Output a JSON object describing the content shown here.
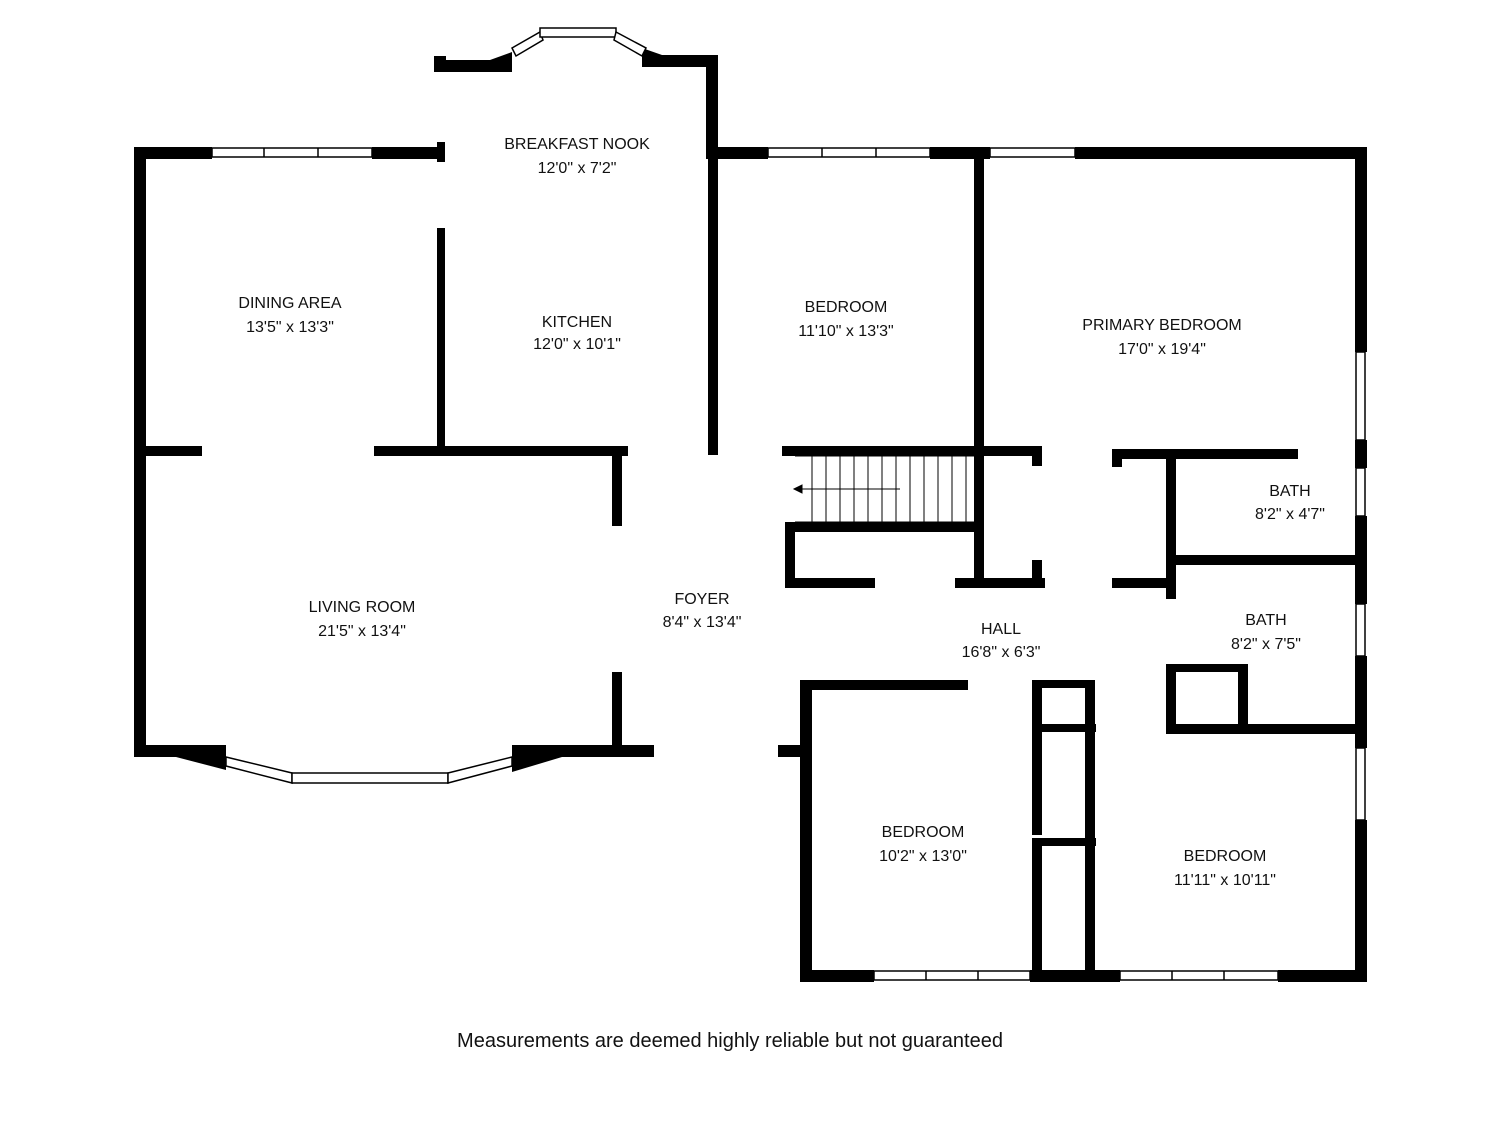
{
  "rooms": {
    "breakfast_nook": {
      "name": "BREAKFAST NOOK",
      "dims": "12'0\" x 7'2\""
    },
    "dining_area": {
      "name": "DINING AREA",
      "dims": "13'5\" x 13'3\""
    },
    "kitchen": {
      "name": "KITCHEN",
      "dims": "12'0\" x 10'1\""
    },
    "bedroom_upper": {
      "name": "BEDROOM",
      "dims": "11'10\" x 13'3\""
    },
    "primary_bedroom": {
      "name": "PRIMARY BEDROOM",
      "dims": "17'0\" x 19'4\""
    },
    "living_room": {
      "name": "LIVING ROOM",
      "dims": "21'5\" x 13'4\""
    },
    "foyer": {
      "name": "FOYER",
      "dims": "8'4\" x 13'4\""
    },
    "bath_upper": {
      "name": "BATH",
      "dims": "8'2\" x 4'7\""
    },
    "bath_lower": {
      "name": "BATH",
      "dims": "8'2\" x 7'5\""
    },
    "hall": {
      "name": "HALL",
      "dims": "16'8\" x 6'3\""
    },
    "bedroom_left": {
      "name": "BEDROOM",
      "dims": "10'2\" x 13'0\""
    },
    "bedroom_right": {
      "name": "BEDROOM",
      "dims": "11'11\" x 10'11\""
    }
  },
  "disclaimer": "Measurements are deemed highly reliable but not guaranteed",
  "colors": {
    "wall": "#000000",
    "window": "#ffffff",
    "background": "#ffffff"
  }
}
